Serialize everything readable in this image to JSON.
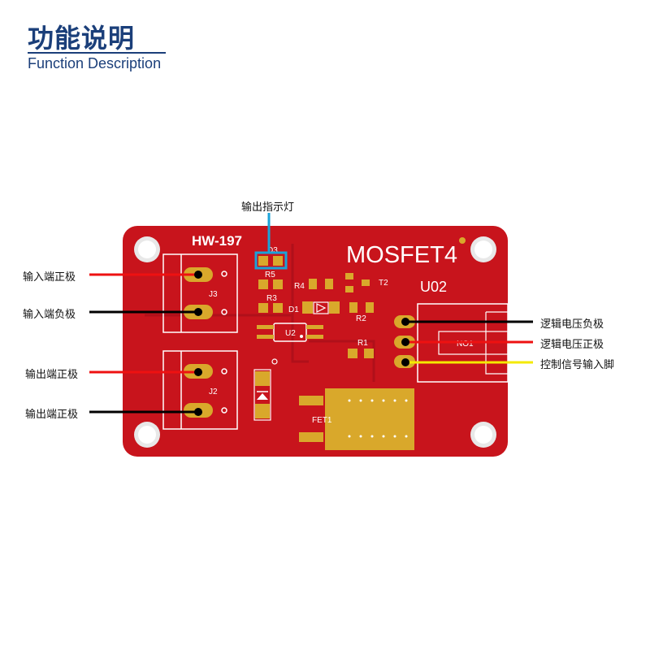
{
  "header": {
    "title_cn": "功能说明",
    "title_en": "Function Description"
  },
  "callouts": {
    "indicator": "输出指示灯",
    "input_pos": "输入端正极",
    "input_neg": "输入端负极",
    "output_pos_1": "输出端正极",
    "output_pos_2": "输出端正极",
    "logic_neg": "逻辑电压负极",
    "logic_pos": "逻辑电压正极",
    "ctrl_in": "控制信号输入脚"
  },
  "board": {
    "model": "HW-197",
    "name": "MOSFET4",
    "code": "U02",
    "designators": {
      "d3": "D3",
      "r5": "R5",
      "r4": "R4",
      "r3": "R3",
      "d1": "D1",
      "t2": "T2",
      "r2": "R2",
      "u2": "U2",
      "r1": "R1",
      "j3": "J3",
      "j2": "J2",
      "fet1": "FET1",
      "no1": "NO1"
    }
  },
  "colors": {
    "pcb_red": "#c8141c",
    "pad_gold": "#d9a82b",
    "accent_blue": "#1b3f7a",
    "indicator_line": "#1aa3d9",
    "wire_red": "#ee1111",
    "wire_black": "#000000",
    "wire_yellow": "#f4ea00"
  }
}
